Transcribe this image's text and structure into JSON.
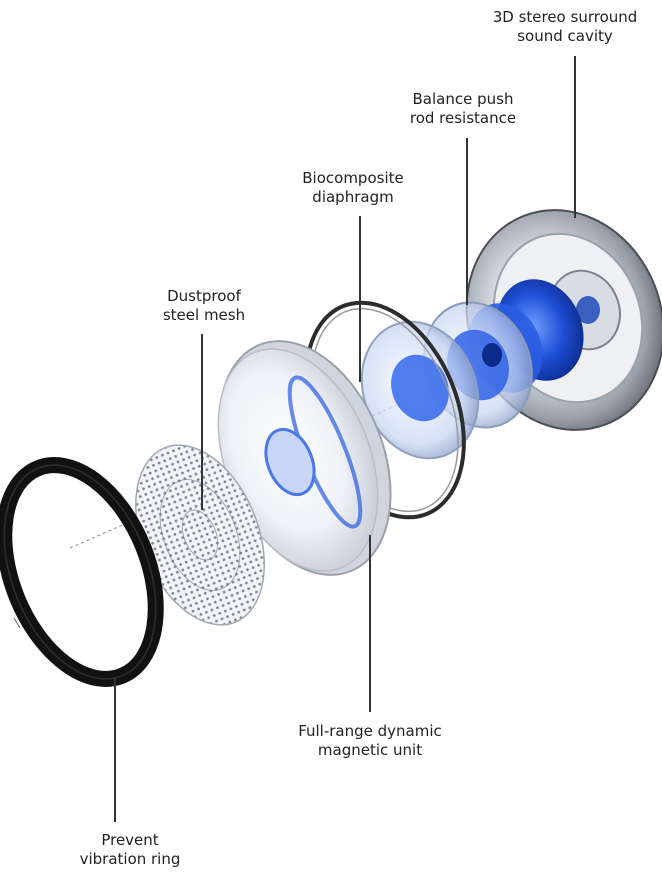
{
  "labels": {
    "surround_cavity": {
      "line1": "3D stereo surround",
      "line2": "sound cavity"
    },
    "push_rod": {
      "line1": "Balance push",
      "line2": "rod resistance"
    },
    "diaphragm": {
      "line1": "Biocomposite",
      "line2": "diaphragm"
    },
    "steel_mesh": {
      "line1": "Dustproof",
      "line2": "steel mesh"
    },
    "magnetic_unit": {
      "line1": "Full-range dynamic",
      "line2": "magnetic unit"
    },
    "vibration_ring": {
      "line1": "Prevent",
      "line2": "vibration ring"
    }
  },
  "colors": {
    "accent_blue": "#1f4fd6",
    "metal": "#b9bec6",
    "ring_black": "#111111",
    "leader_line": "#333333"
  }
}
